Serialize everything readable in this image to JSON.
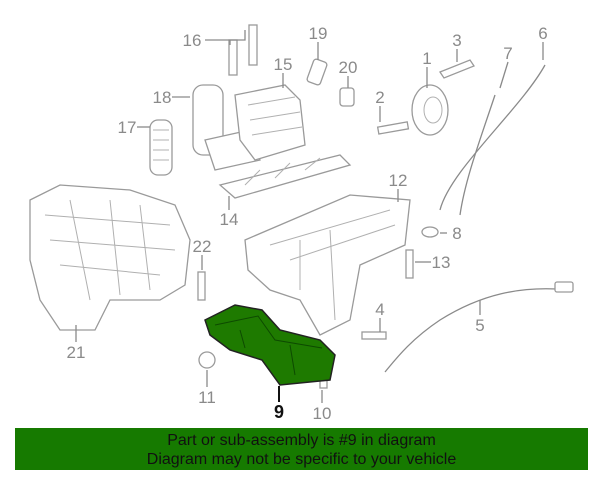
{
  "diagram": {
    "highlighted_part": "9",
    "highlight_color": "#1e7a00",
    "callouts": [
      "16",
      "19",
      "15",
      "20",
      "1",
      "3",
      "7",
      "6",
      "18",
      "17",
      "2",
      "12",
      "14",
      "8",
      "22",
      "13",
      "4",
      "5",
      "21",
      "11",
      "9",
      "10"
    ]
  },
  "banner": {
    "line1": "Part or sub-assembly is #9 in diagram",
    "line2": "Diagram may not be specific to your vehicle",
    "background": "#167a00"
  }
}
